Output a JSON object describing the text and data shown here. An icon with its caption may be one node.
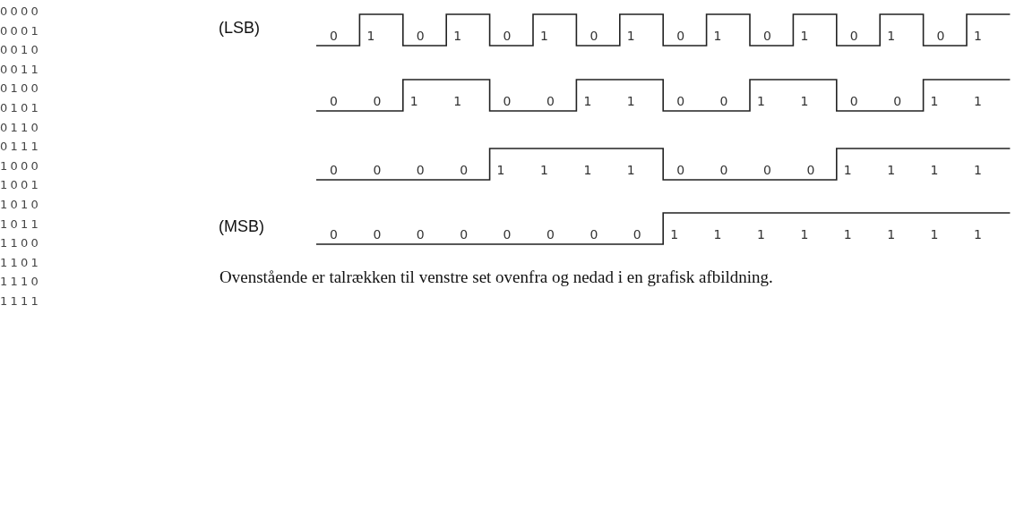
{
  "diagram": {
    "caption": "Ovenstående er talrækken til venstre set ovenfra og nedad i en grafisk afbildning.",
    "labels": [
      "0000",
      "0001",
      "0010",
      "0011",
      "0100",
      "0101",
      "0110",
      "0111",
      "1000",
      "1001",
      "1010",
      "1011",
      "1100",
      "1101",
      "1110",
      "1111",
      "(LSB)",
      "0",
      "1",
      "0",
      "1",
      "0",
      "1",
      "0",
      "1",
      "0",
      "1",
      "0",
      "1",
      "0",
      "1",
      "0",
      "1",
      "0",
      "0",
      "1",
      "1",
      "0",
      "0",
      "1",
      "1",
      "0",
      "0",
      "1",
      "1",
      "0",
      "0",
      "1",
      "1",
      "0",
      "0",
      "0",
      "0",
      "1",
      "1",
      "1",
      "1",
      "0",
      "0",
      "0",
      "0",
      "1",
      "1",
      "1",
      "1",
      "(MSB)",
      "0",
      "0",
      "0",
      "0",
      "0",
      "0",
      "0",
      "0",
      "1",
      "1",
      "1",
      "1",
      "1",
      "1",
      "1",
      "1"
    ]
  }
}
